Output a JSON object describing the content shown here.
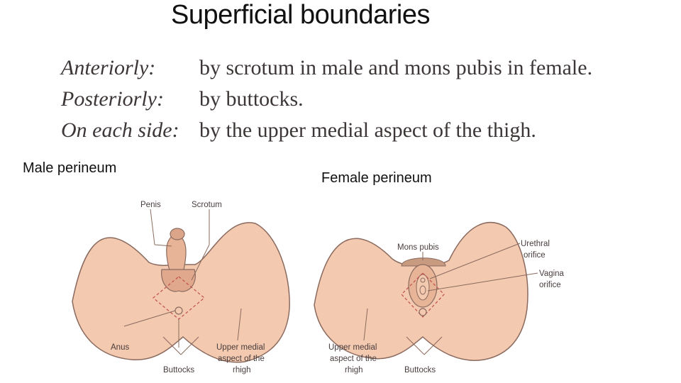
{
  "slide": {
    "title": "Superficial boundaries",
    "boundaries": [
      {
        "term": "Anteriorly:",
        "description": "by scrotum in male and mons pubis in female."
      },
      {
        "term": "Posteriorly:",
        "description": "by buttocks."
      },
      {
        "term": "On each side:",
        "description": "by the upper medial aspect of the thigh."
      }
    ]
  },
  "figure": {
    "male": {
      "heading": "Male perineum",
      "labels": {
        "penis": "Penis",
        "scrotum": "Scrotum",
        "anus": "Anus",
        "thigh_line1": "Upper medial",
        "thigh_line2": "aspect of the",
        "thigh_line3": "rhigh",
        "buttocks": "Buttocks"
      }
    },
    "female": {
      "heading": "Female perineum",
      "labels": {
        "mons": "Mons pubis",
        "urethral_line1": "Urethral",
        "urethral_line2": "orifice",
        "vagina_line1": "Vagina",
        "vagina_line2": "orifice",
        "thigh_line1": "Upper medial",
        "thigh_line2": "aspect of the",
        "thigh_line3": "rhigh",
        "buttocks": "Buttocks"
      }
    }
  },
  "colors": {
    "skin": "#f3c9b0",
    "skin_shadow": "#dba58a",
    "outline": "#8a6a5e",
    "dashed": "#c0504d"
  }
}
